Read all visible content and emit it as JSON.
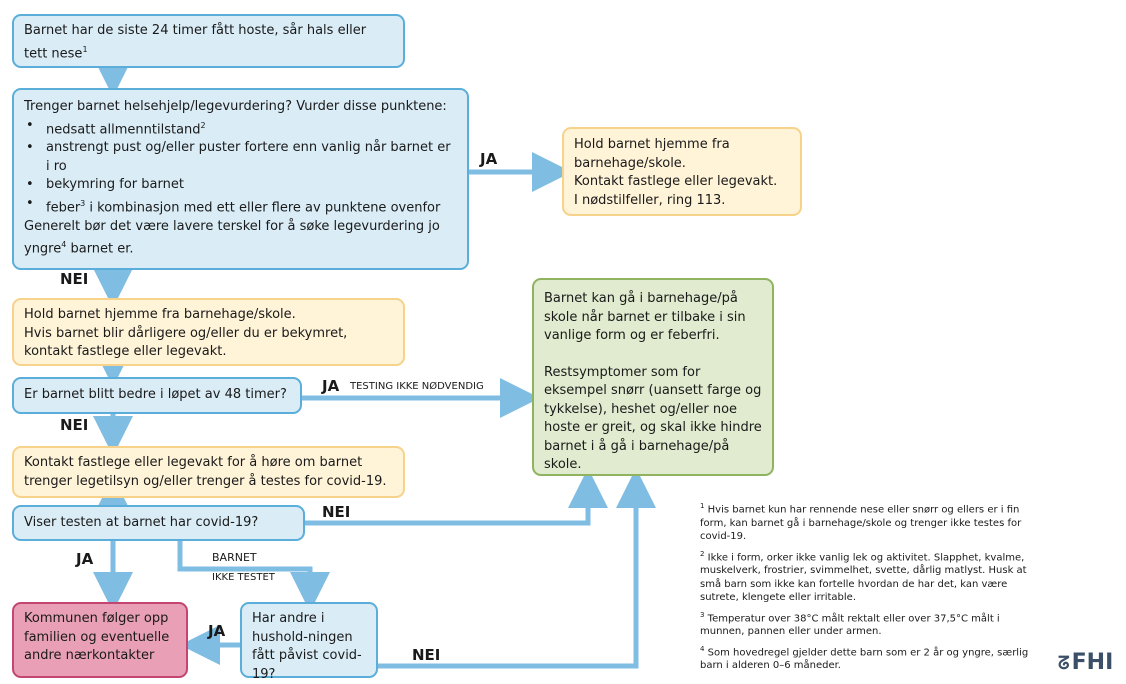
{
  "box1": "Barnet har de siste 24 timer fått hoste, sår hals eller tett nese",
  "box1_sup": "1",
  "box2": {
    "heading": "Trenger barnet helsehjelp/legevurdering? Vurder disse punktene:",
    "bullets": [
      {
        "text": "nedsatt allmenntilstand",
        "sup": "2",
        "rest": ""
      },
      {
        "text": "anstrengt pust og/eller puster fortere enn vanlig når barnet er i ro",
        "sup": "",
        "rest": ""
      },
      {
        "text": "bekymring for barnet",
        "sup": "",
        "rest": ""
      },
      {
        "text": "feber",
        "sup": "3",
        "rest": " i kombinasjon med ett eller flere av punktene ovenfor"
      }
    ],
    "footer_pre": "Generelt bør det være lavere terskel for å søke legevurdering jo yngre",
    "footer_sup": "4",
    "footer_post": " barnet er."
  },
  "box_stay_home_call": [
    "Hold barnet hjemme fra barnehage/skole.",
    "Kontakt fastlege eller legevakt.",
    "I nødstilfeller, ring 113."
  ],
  "box_stay_home": [
    "Hold barnet hjemme fra barnehage/skole.",
    "Hvis barnet blir dårligere og/eller du er bekymret,",
    "kontakt fastlege eller legevakt."
  ],
  "box_better48": "Er barnet blitt bedre i løpet av 48 timer?",
  "box_contact": "Kontakt fastlege eller legevakt for å høre om barnet trenger legetilsyn og/eller trenger å testes for covid-19.",
  "box_test": "Viser testen at barnet har covid-19?",
  "box_municipality": "Kommunen følger opp familien og eventuelle andre nærkontakter",
  "box_household": "Har andre i hushold-ningen fått påvist covid-19?",
  "box_green": {
    "p1": "Barnet kan gå i barnehage/på skole når barnet er tilbake i sin vanlige form og er feberfri.",
    "p2": "Restsymptomer som for eksempel snørr (uansett farge og tykkelse), heshet og/eller noe hoste er greit, og skal ikke hindre barnet i å gå i barnehage/på skole."
  },
  "labels": {
    "ja": "JA",
    "nei": "NEI",
    "testing_not_needed": "TESTING IKKE NØDVENDIG",
    "child_not_tested_1": "BARNET",
    "child_not_tested_2": "IKKE TESTET"
  },
  "footnotes": [
    {
      "num": "1",
      "text": "Hvis barnet kun har rennende nese eller snørr og ellers er i fin form, kan barnet gå i barnehage/skole og trenger ikke testes for covid-19."
    },
    {
      "num": "2",
      "text": "Ikke i form, orker ikke vanlig lek og aktivitet. Slapphet, kvalme, muskelverk, frostrier, svimmelhet, svette, dårlig matlyst. Husk at små barn som ikke kan fortelle hvordan de har det, kan være sutrete, klengete eller irritable."
    },
    {
      "num": "3",
      "text": "Temperatur over 38°C målt rektalt eller over 37,5°C målt i munnen, pannen eller under armen."
    },
    {
      "num": "4",
      "text": "Som hovedregel gjelder dette barn som er 2 år og yngre, særlig barn i alderen 0–6 måneder."
    }
  ],
  "logo": "FHI",
  "colors": {
    "arrow": "#7fbde3",
    "blue_fill": "#daedf7",
    "yellow_fill": "#fff3d8",
    "green_fill": "#e0ebcf",
    "pink_fill": "#e9a0b7"
  }
}
